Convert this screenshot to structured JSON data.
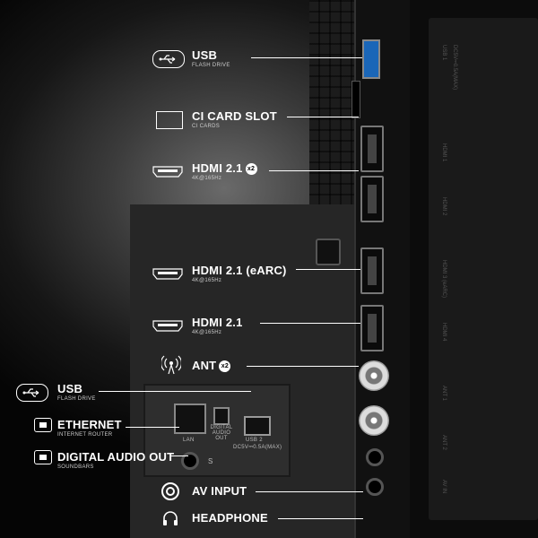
{
  "callouts": {
    "usb_top": {
      "title": "USB",
      "sub": "FLASH DRIVE"
    },
    "ci_card": {
      "title": "CI CARD SLOT",
      "sub": "CI CARDS"
    },
    "hdmi_x2": {
      "title": "HDMI 2.1",
      "badge": "x2",
      "sub": "4K@165Hz"
    },
    "hdmi_earc": {
      "title": "HDMI 2.1 (eARC)",
      "sub": "4K@165Hz"
    },
    "hdmi_single": {
      "title": "HDMI 2.1",
      "sub": "4K@165Hz"
    },
    "ant": {
      "title": "ANT",
      "badge": "x2"
    },
    "usb_bottom": {
      "title": "USB",
      "sub": "FLASH DRIVE"
    },
    "ethernet": {
      "title": "ETHERNET",
      "sub": "INTERNET ROUTER"
    },
    "digital_audio": {
      "title": "DIGITAL AUDIO OUT",
      "sub": "SOUNDBARS"
    },
    "av_input": {
      "title": "AV INPUT"
    },
    "headphone": {
      "title": "HEADPHONE"
    }
  },
  "port_labels": {
    "lan": "LAN",
    "digital_audio_out": "DIGITAL AUDIO OUT",
    "usb2": "USB 2",
    "usb2_spec": "DC5V⎓0.5A(MAX)",
    "s_mark": "S"
  },
  "side_labels": [
    "USB 1",
    "DC5V⎓0.5A(MAX)",
    "HDMI 1",
    "HDMI 2",
    "HDMI 3 (eARC)",
    "HDMI 4",
    "ANT 1",
    "ANT 2",
    "AV IN"
  ],
  "colors": {
    "usb_port": "#1a66b8",
    "text": "#ffffff"
  }
}
